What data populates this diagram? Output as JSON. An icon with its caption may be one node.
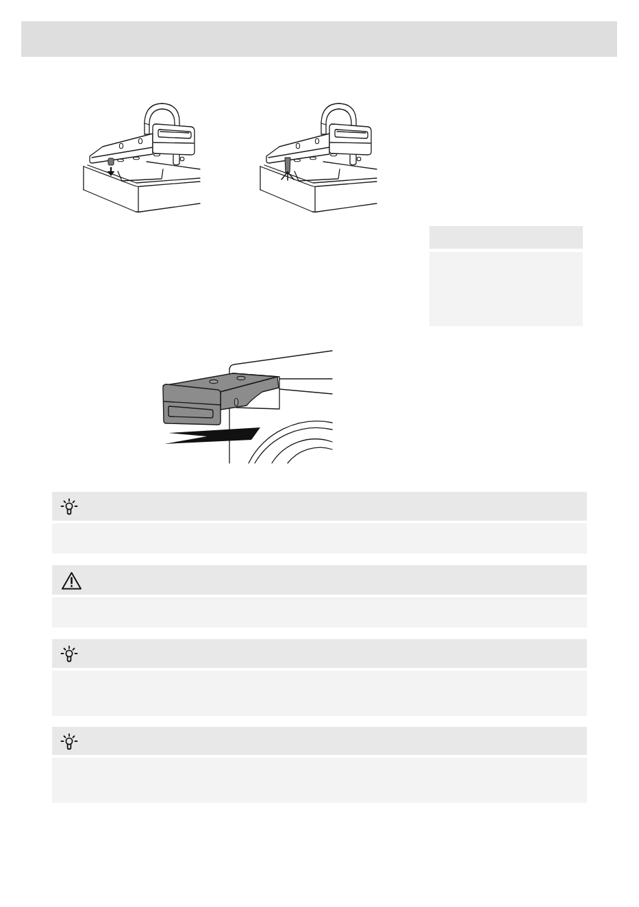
{
  "diagram": {
    "nodes": [
      {
        "text": [],
        "shape": "box"
      },
      {
        "text": [],
        "shape": "box"
      },
      {
        "text": [],
        "shape": "box"
      },
      {
        "text": [],
        "shape": "box"
      },
      {
        "text": [],
        "shape": "box"
      },
      {
        "text": [],
        "shape": "box"
      },
      {
        "text": [],
        "shape": "box"
      },
      {
        "text": [],
        "shape": "box"
      },
      {
        "text": [],
        "shape": "box"
      },
      {
        "text": [],
        "shape": "box"
      },
      {
        "text": [],
        "shape": "box"
      }
    ]
  }
}
